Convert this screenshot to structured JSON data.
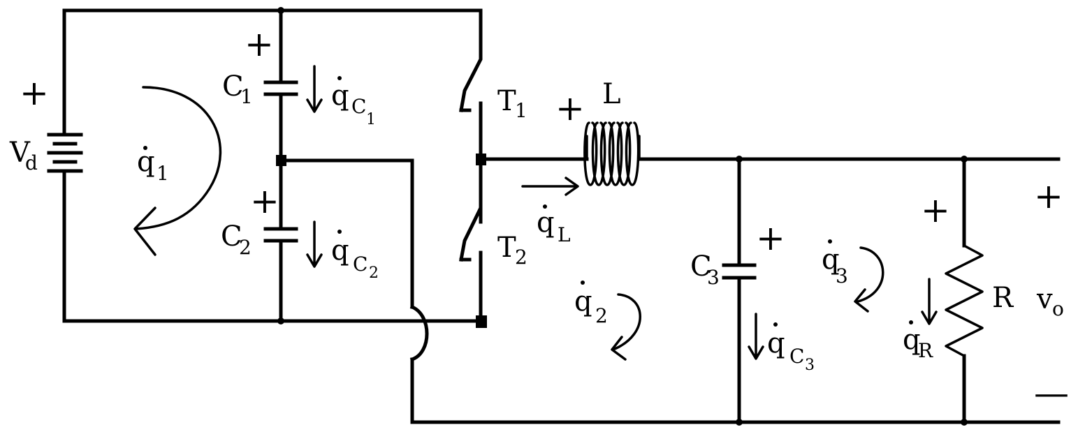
{
  "source": {
    "label": "V",
    "sub": "d",
    "plus": "+"
  },
  "capacitors": {
    "c1": {
      "label": "C",
      "sub": "1",
      "plus": "+",
      "current": "q",
      "current_sub": "C",
      "current_subsub": "1"
    },
    "c2": {
      "label": "C",
      "sub": "2",
      "plus": "+",
      "current": "q",
      "current_sub": "C",
      "current_subsub": "2"
    },
    "c3": {
      "label": "C",
      "sub": "3",
      "plus": "+",
      "current": "q",
      "current_sub": "C",
      "current_subsub": "3"
    }
  },
  "switches": {
    "t1": {
      "label": "T",
      "sub": "1"
    },
    "t2": {
      "label": "T",
      "sub": "2"
    }
  },
  "inductor": {
    "label": "L",
    "plus": "+",
    "current": "q",
    "current_sub": "L"
  },
  "resistor": {
    "label": "R",
    "plus": "+",
    "current": "q",
    "current_sub": "R"
  },
  "loops": {
    "q1": {
      "label": "q",
      "sub": "1"
    },
    "q2": {
      "label": "q",
      "sub": "2"
    },
    "q3": {
      "label": "q",
      "sub": "3"
    }
  },
  "output": {
    "label": "v",
    "sub": "o",
    "plus": "+",
    "minus": "—"
  }
}
